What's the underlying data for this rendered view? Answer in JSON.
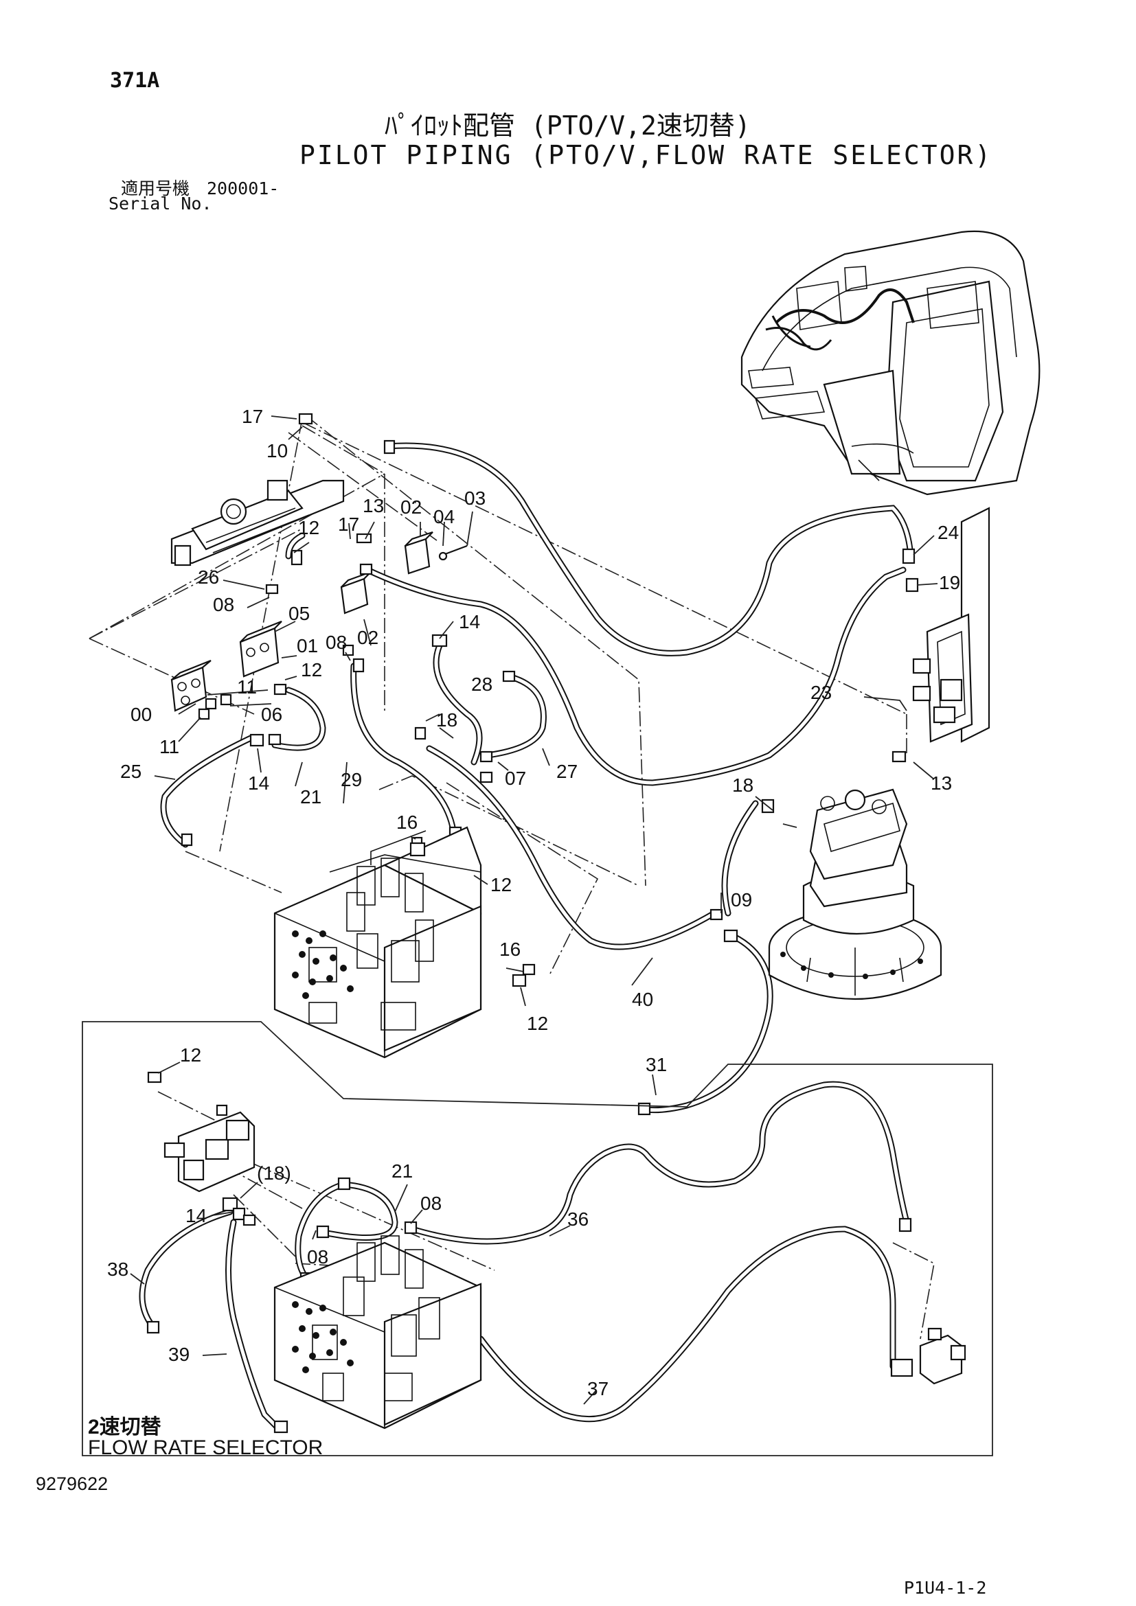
{
  "header": {
    "page_number": "371A",
    "title_jp": "ﾊﾟｲﾛｯﾄ配管 (PTO/V,2速切替)",
    "title_en": "PILOT PIPING (PTO/V,FLOW RATE SELECTOR)",
    "serial_label_jp": "適用号機　200001-",
    "serial_label_en": "Serial No."
  },
  "callouts": [
    "17",
    "10",
    "13",
    "02",
    "04",
    "03",
    "12",
    "17",
    "24",
    "19",
    "26",
    "08",
    "05",
    "14",
    "01",
    "12",
    "08",
    "02",
    "00",
    "11",
    "06",
    "28",
    "11",
    "18",
    "07",
    "27",
    "23",
    "13",
    "14",
    "21",
    "29",
    "25",
    "18",
    "16",
    "12",
    "09",
    "16",
    "12",
    "40",
    "31"
  ],
  "inset": {
    "callouts": [
      "12",
      "(18)",
      "21",
      "08",
      "14",
      "08",
      "36",
      "38",
      "39",
      "37"
    ],
    "label_jp": "2速切替",
    "label_en": "FLOW RATE SELECTOR"
  },
  "footer": {
    "document_number": "9279622",
    "page_code": "P1U4-1-2"
  }
}
